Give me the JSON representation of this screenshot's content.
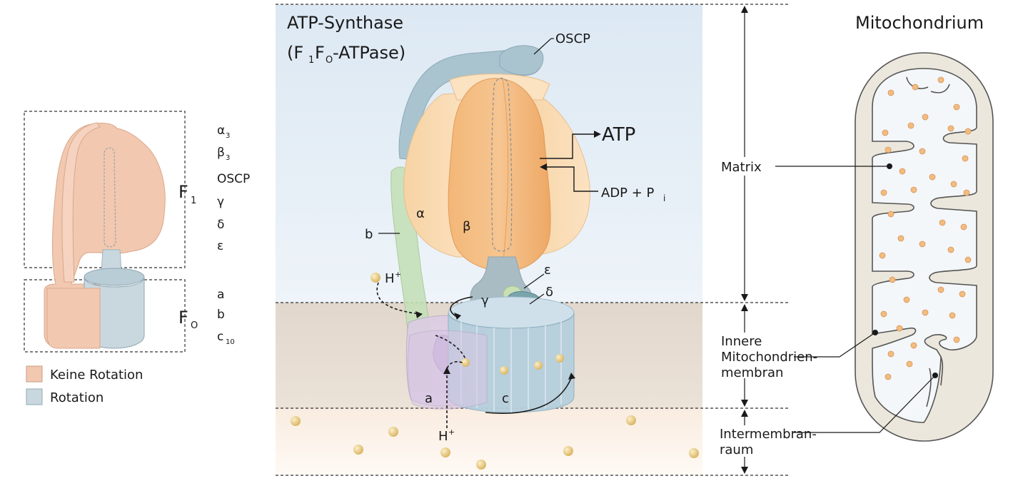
{
  "schematic": {
    "f1_label": "F",
    "f1_sub": "1",
    "fo_label": "F",
    "fo_sub": "O",
    "f1_components": [
      {
        "symbol": "α",
        "sub": "3"
      },
      {
        "symbol": "β",
        "sub": "3"
      },
      {
        "symbol": "OSCP",
        "sub": ""
      },
      {
        "symbol": "γ",
        "sub": ""
      },
      {
        "symbol": "δ",
        "sub": ""
      },
      {
        "symbol": "ε",
        "sub": ""
      }
    ],
    "fo_components": [
      {
        "symbol": "a",
        "sub": ""
      },
      {
        "symbol": "b",
        "sub": ""
      },
      {
        "symbol": "c",
        "sub": "10"
      }
    ],
    "legend": [
      {
        "label": "Keine Rotation",
        "color": "#f2c8b0"
      },
      {
        "label": "Rotation",
        "color": "#c9d8df"
      }
    ]
  },
  "enzyme": {
    "title_line1": "ATP-Synthase",
    "title_line2_pre": "(F",
    "title_line2_sub1": "1",
    "title_line2_mid": "F",
    "title_line2_sub2": "O",
    "title_line2_post": "-ATPase)",
    "labels": {
      "oscp": "OSCP",
      "atp": "ATP",
      "adp": "ADP + P",
      "adp_sub": "i",
      "alpha": "α",
      "beta": "β",
      "b": "b",
      "h_plus": "H",
      "h_sup": "+",
      "epsilon": "ε",
      "delta": "δ",
      "gamma": "γ",
      "a": "a",
      "c": "c"
    }
  },
  "compartments": {
    "matrix": "Matrix",
    "inner_membrane": [
      "Innere",
      "Mitochondrien-",
      "membran"
    ],
    "intermembrane": [
      "Intermembran-",
      "raum"
    ]
  },
  "mitochondrion": {
    "title": "Mitochondrium"
  },
  "colors": {
    "matrix_bg": "#e3edf6",
    "membrane_bg": "#e7ddd3",
    "intermembrane_bg": "#fbf3ea",
    "orange_light": "#f9d5a3",
    "orange_dark": "#f0a866",
    "blue_grey": "#a9c4cf",
    "green": "#c5e0b8",
    "purple": "#dccce6",
    "sphere": "#ecd08a"
  }
}
